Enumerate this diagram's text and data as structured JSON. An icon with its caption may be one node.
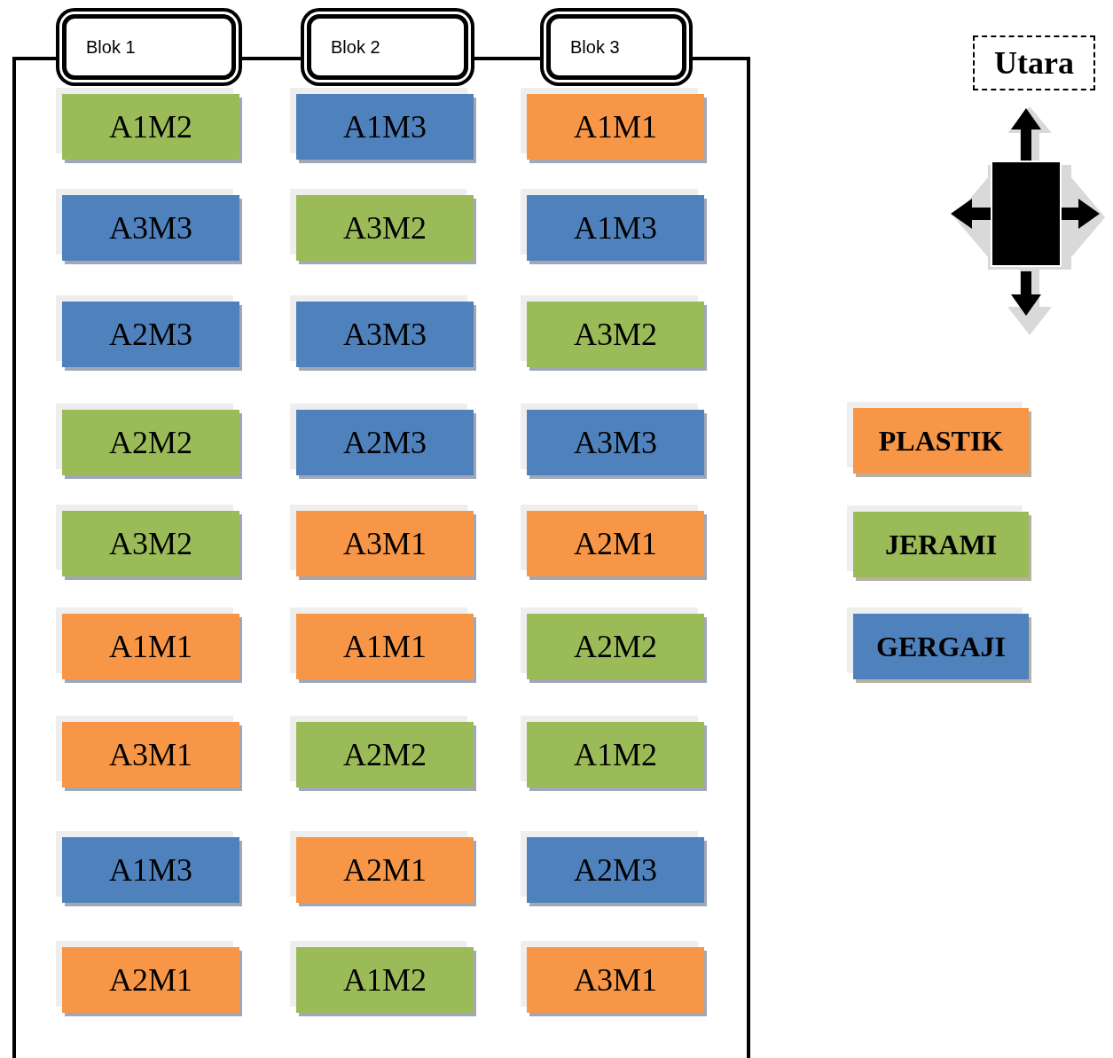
{
  "diagram": {
    "nodes": [
      {
        "text": [],
        "shape": "box"
      },
      {
        "text": [
          "Blok 1"
        ]
      },
      {
        "text": [
          "Blok 2"
        ]
      },
      {
        "text": [
          "Blok 3"
        ]
      },
      {
        "text": [
          "A1M2"
        ],
        "in": 0
      },
      {
        "text": [
          "A1M3"
        ],
        "in": 0
      },
      {
        "text": [
          "A1M1"
        ],
        "in": 0
      },
      {
        "text": [
          "A3M3"
        ],
        "in": 0
      },
      {
        "text": [
          "A3M2"
        ],
        "in": 0
      },
      {
        "text": [
          "A1M3"
        ],
        "in": 0
      },
      {
        "text": [
          "A2M3"
        ],
        "in": 0
      },
      {
        "text": [
          "A3M3"
        ],
        "in": 0
      },
      {
        "text": [
          "A3M2"
        ],
        "in": 0
      },
      {
        "text": [
          "A2M2"
        ],
        "in": 0
      },
      {
        "text": [
          "A2M3"
        ],
        "in": 0
      },
      {
        "text": [
          "A3M3"
        ],
        "in": 0
      },
      {
        "text": [
          "A3M2"
        ],
        "in": 0
      },
      {
        "text": [
          "A3M1"
        ],
        "in": 0
      },
      {
        "text": [
          "A2M1"
        ],
        "in": 0
      },
      {
        "text": [
          "A1M1"
        ],
        "in": 0
      },
      {
        "text": [
          "A1M1"
        ],
        "in": 0
      },
      {
        "text": [
          "A2M2"
        ],
        "in": 0
      },
      {
        "text": [
          "A3M1"
        ],
        "in": 0
      },
      {
        "text": [
          "A2M2"
        ],
        "in": 0
      },
      {
        "text": [
          "A1M2"
        ],
        "in": 0
      },
      {
        "text": [
          "A1M3"
        ],
        "in": 0
      },
      {
        "text": [
          "A2M1"
        ],
        "in": 0
      },
      {
        "text": [
          "A2M3"
        ],
        "in": 0
      },
      {
        "text": [
          "A2M1"
        ],
        "in": 0
      },
      {
        "text": [
          "A1M2"
        ],
        "in": 0
      },
      {
        "text": [
          "A3M1"
        ],
        "in": 0
      },
      {
        "text": [
          "Utara"
        ]
      }
    ],
    "legend": [
      {
        "text": "PLASTIK",
        "color": "#f79646"
      },
      {
        "text": "JERAMI",
        "color": "#9bbb59"
      },
      {
        "text": "GERGAJI",
        "color": "#4f81bd"
      }
    ]
  }
}
